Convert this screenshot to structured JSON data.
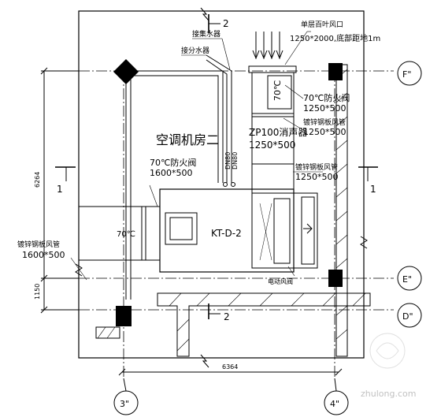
{
  "room_name": "空调机房二",
  "section_mark": "2",
  "section_1": "1",
  "labels": {
    "water_collector": "接集水器",
    "water_distributor": "接分水器",
    "louver_title": "单层百叶风口",
    "louver_spec": "1250*2000,底部距地1m",
    "fire_damper_top_title": "70℃防火阀",
    "fire_damper_top_size": "1250*500",
    "steel_duct_top_title": "镀锌钢板风管",
    "steel_duct_top_size": "1250*500",
    "silencer_title": "ZP100消声器",
    "silencer_size": "1250*500",
    "steel_duct_mid_title": "镀锌钢板风管",
    "steel_duct_mid_size": "1250*500",
    "fire_damper_left_title": "70℃防火阀",
    "fire_damper_left_size": "1600*500",
    "damper_70": "70℃",
    "steel_duct_left_title": "镀锌钢板风管",
    "steel_duct_left_size": "1600*500",
    "unit": "KT-D-2",
    "electric_damper": "电动风阀",
    "pipe_a": "DN80",
    "pipe_b": "DN80",
    "temp_marker": "70℃"
  },
  "dimensions": {
    "vertical_main": "6264",
    "vertical_lower": "1150",
    "horizontal": "6364"
  },
  "grid_axes": {
    "f": "F\"",
    "e": "E\"",
    "d": "D\"",
    "a3": "3\"",
    "a4": "4\""
  },
  "watermark": "zhulong.com"
}
